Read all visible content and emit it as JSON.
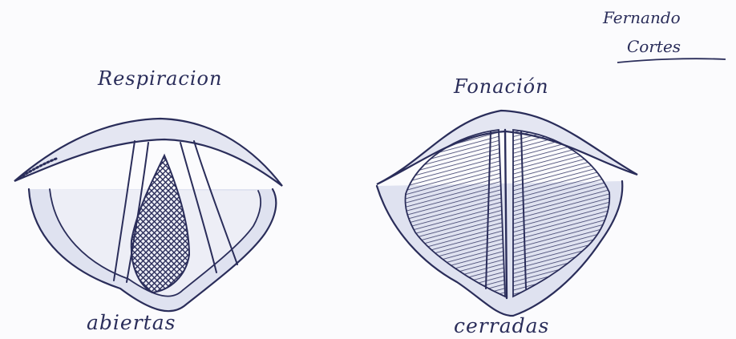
{
  "diagram": {
    "left": {
      "title": "Respiracion",
      "caption": "abiertas"
    },
    "right": {
      "title": "Fonación",
      "caption": "cerradas"
    }
  },
  "signature": {
    "first_name": "Fernando",
    "last_name": "Cortes"
  },
  "colors": {
    "ink": "#2a2d5a",
    "paper": "#fbfbfd",
    "wash": "#dfe2f0"
  }
}
